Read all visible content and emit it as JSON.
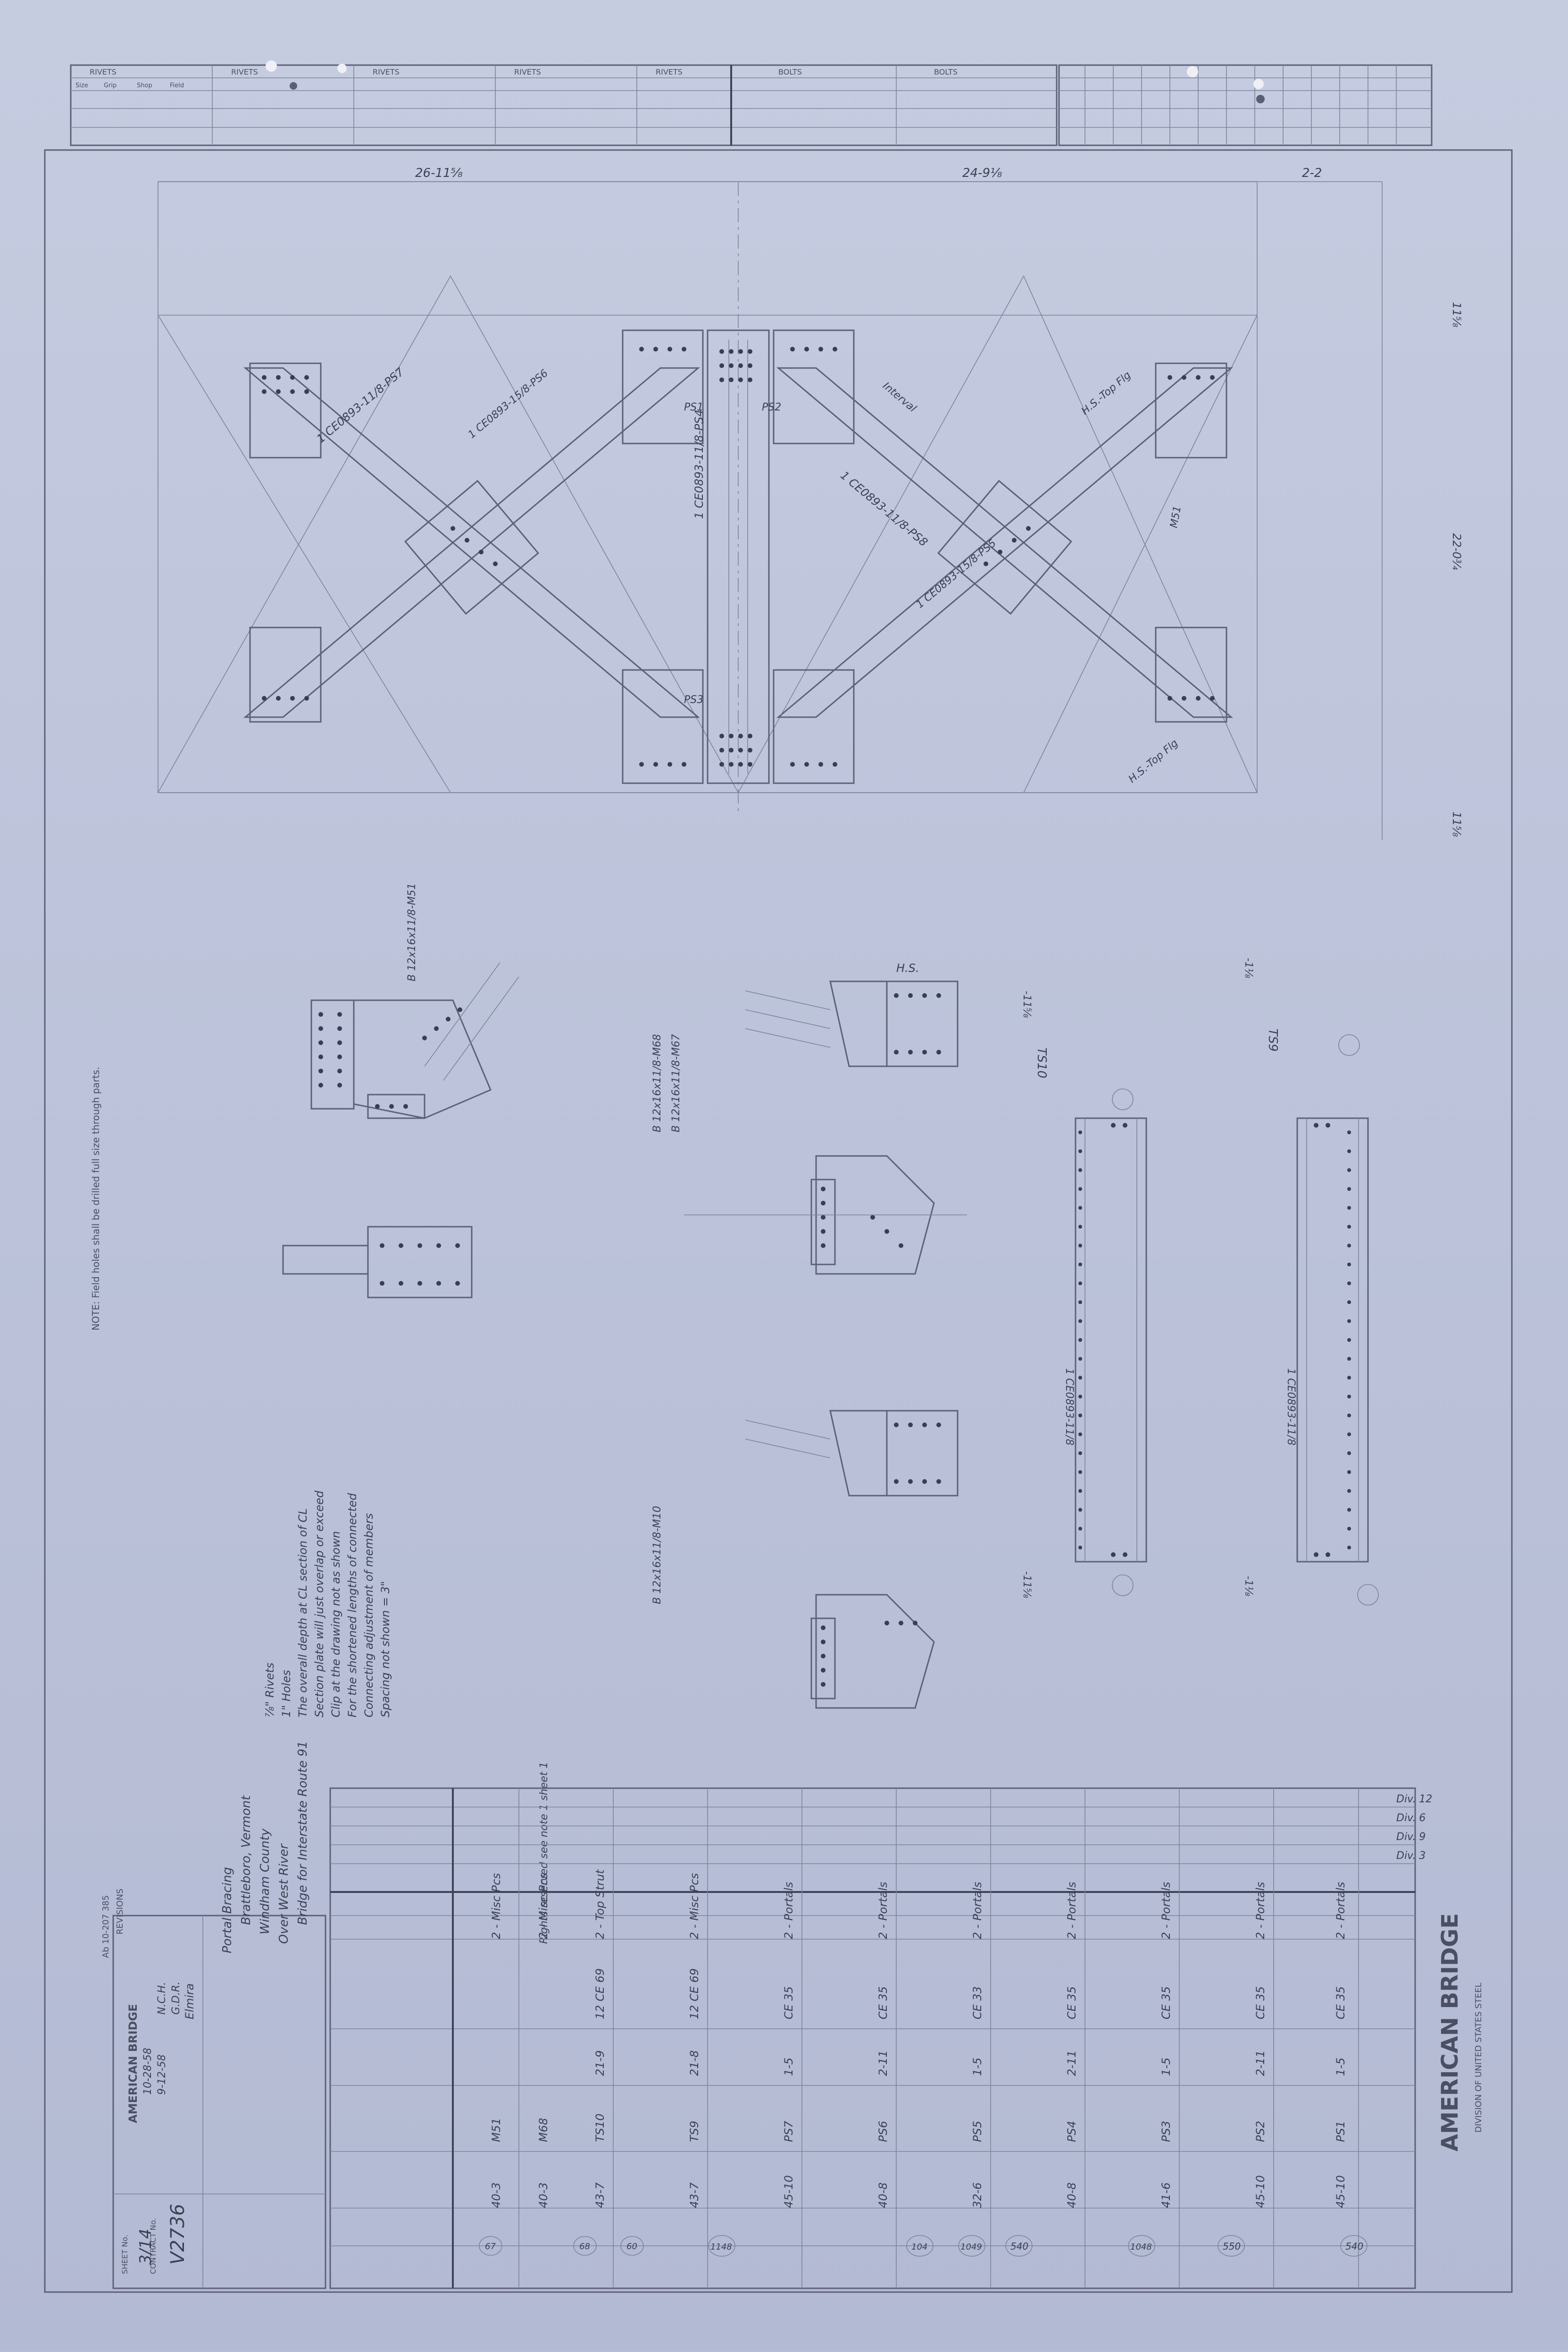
{
  "header_table": {
    "groups": [
      "RIVETS",
      "RIVETS",
      "RIVETS",
      "RIVETS",
      "RIVETS",
      "BOLTS",
      "BOLTS"
    ],
    "subheads": [
      "Size",
      "Grip",
      "Shop",
      "Field"
    ]
  },
  "elevation": {
    "dims_top": [
      "26-11⅝",
      "24-9⅛",
      "2-2"
    ],
    "dims_right": [
      "11⅝",
      "22-0¾",
      "11⅝"
    ],
    "marks": [
      "PS1",
      "PS2",
      "PS3",
      "PS4",
      "PS5",
      "PS6",
      "PS7",
      "PS8"
    ],
    "labels": [
      "H.S.-Top Flg",
      "H.S.-Top Flg",
      "1 CE0893-11/8-PS7",
      "1 CE0893-11/8-PS4",
      "1 CE0893-11/8-PS8",
      "1 CE0893-15/8-PS6",
      "1 CE0893-15/8-PS5",
      "Interval",
      "M51"
    ]
  },
  "details": {
    "bent_labels": [
      "B 12x16x11/8-M51",
      "B 12x16x11/8-M68",
      "B 12x16x11/8-M67",
      "B 12x16x11/8-M10"
    ],
    "strut_marks": [
      "TS10",
      "TS9"
    ],
    "strut_labels": [
      "1 CE0893-11/8",
      "1 CE0893-11/8"
    ],
    "strut_dims": [
      "-11⅝",
      "-11⅝",
      "-1⅛",
      "-1⅛"
    ],
    "hs": "H.S."
  },
  "notes": {
    "stamp": "NOTE: Field holes shall be drilled full size through parts.",
    "lines": [
      "⅞\" Rivets",
      "1\" Holes",
      "The overall depth at CL section of CL",
      "Section plate will just overlap or exceed",
      "Clip at the drawing not as shown",
      "For the shortened lengths of connected",
      "Connecting adjustment of members",
      "Spacing not shown = 3\""
    ]
  },
  "bill": {
    "div_tags": [
      "Div. 12",
      "Div. 6",
      "Div. 9",
      "Div. 3"
    ],
    "rows": [
      {
        "mat": "2 - Portals",
        "size": "CE 35",
        "length": "1-5",
        "mark": "PS1",
        "wt": "45-10"
      },
      {
        "mat": "2 - Portals",
        "size": "CE 35",
        "length": "2-11",
        "mark": "PS2",
        "wt": "45-10"
      },
      {
        "mat": "2 - Portals",
        "size": "CE 35",
        "length": "1-5",
        "mark": "PS3",
        "wt": "41-6"
      },
      {
        "mat": "2 - Portals",
        "size": "CE 35",
        "length": "2-11",
        "mark": "PS4",
        "wt": "40-8"
      },
      {
        "mat": "2 - Portals",
        "size": "CE 33",
        "length": "1-5",
        "mark": "PS5",
        "wt": "32-6"
      },
      {
        "mat": "2 - Portals",
        "size": "CE 35",
        "length": "2-11",
        "mark": "PS6",
        "wt": "40-8"
      },
      {
        "mat": "2 - Portals",
        "size": "CE 35",
        "length": "1-5",
        "mark": "PS7",
        "wt": "45-10"
      },
      {
        "mat": "2 - Misc Pcs",
        "size": "12 CE 69",
        "length": "21-8",
        "mark": "TS9",
        "wt": "43-7"
      },
      {
        "mat": "2 - Top Strut",
        "size": "12 CE 69",
        "length": "21-9",
        "mark": "TS10",
        "wt": "43-7"
      },
      {
        "mat": "2 - Misc Pcs",
        "size": "",
        "length": "",
        "mark": "M68",
        "wt": "40-3"
      },
      {
        "mat": "2 - Misc Pcs",
        "size": "",
        "length": "",
        "mark": "M51",
        "wt": "40-3"
      }
    ],
    "circles": [
      "540",
      "550",
      "1048",
      "540",
      "1049",
      "1148",
      "67",
      "68",
      "60",
      "104"
    ]
  },
  "title_block": {
    "company": "AMERICAN BRIDGE",
    "division": "DIVISION OF UNITED STATES STEEL",
    "project_lines": [
      "Bridge for Interstate Route 91",
      "Over West River",
      "Windham County",
      "Brattleboro, Vermont",
      "Portal Bracing"
    ],
    "plant": "Elmira",
    "drawn_by": "N.C.H.",
    "checked_by": "G.D.R.",
    "date_made": "9-12-58",
    "date_checked": "10-28-58",
    "contract": "V2736",
    "sheet": "3/14",
    "revisions_label": "REVISIONS",
    "field_note": "Rights reserved see note 1 sheet 1",
    "contract_label": "CONTRACT No.",
    "sheet_label": "SHEET No.",
    "ref": "Ab 10-207 385"
  }
}
